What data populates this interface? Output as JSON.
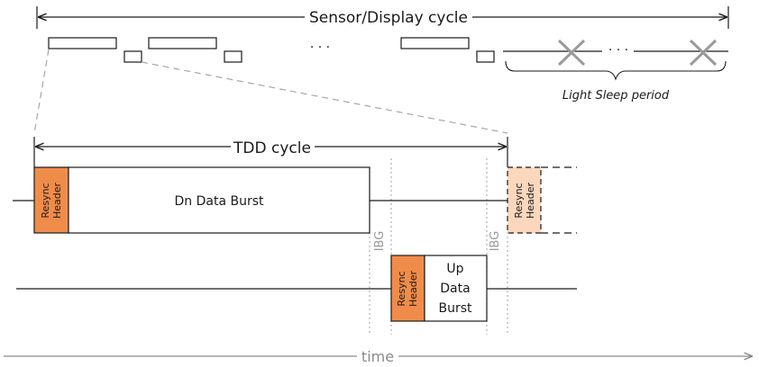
{
  "colors": {
    "resync_fill": "#f08c4a",
    "resync_fill_faded": "#fbd7bd",
    "line": "#1a1a1a",
    "guide": "#a6a6a6",
    "cross": "#9a9a9a"
  },
  "sensor_cycle_label": "Sensor/Display cycle",
  "light_sleep_label": "Light Sleep period",
  "ellipsis": "· · ·",
  "tdd_cycle_label": "TDD cycle",
  "dn_burst_label": "Dn Data Burst",
  "resync_line1": "Resync",
  "resync_line2": "Header",
  "ibg_label": "IBG",
  "up_burst": {
    "line1": "Up",
    "line2": "Data",
    "line3": "Burst"
  },
  "time_label": "time"
}
